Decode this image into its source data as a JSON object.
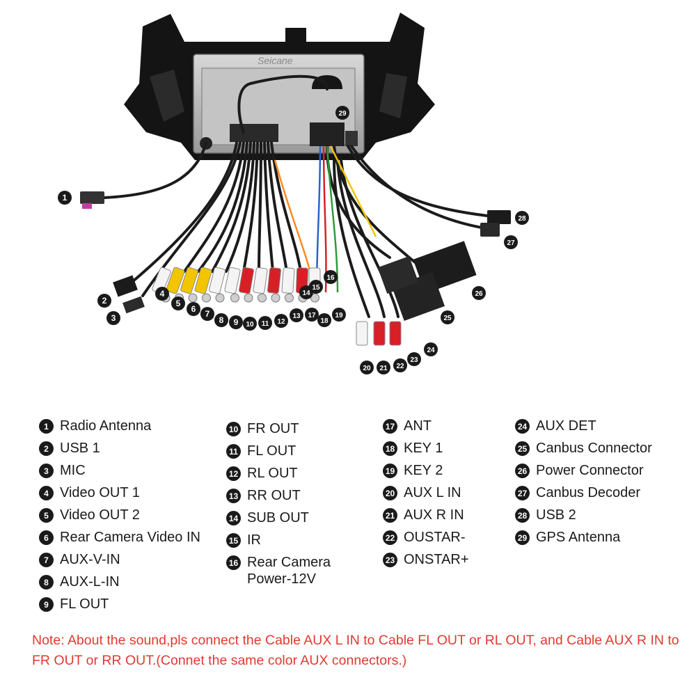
{
  "brand": "Seicane",
  "labels": [
    {
      "num": "1",
      "text": "Radio Antenna"
    },
    {
      "num": "2",
      "text": "USB 1"
    },
    {
      "num": "3",
      "text": "MIC"
    },
    {
      "num": "4",
      "text": "Video OUT 1"
    },
    {
      "num": "5",
      "text": "Video OUT 2"
    },
    {
      "num": "6",
      "text": "Rear Camera Video IN"
    },
    {
      "num": "7",
      "text": "AUX-V-IN"
    },
    {
      "num": "8",
      "text": "AUX-L-IN"
    },
    {
      "num": "9",
      "text": "FL OUT"
    },
    {
      "num": "10",
      "text": "FR OUT"
    },
    {
      "num": "11",
      "text": "FL OUT"
    },
    {
      "num": "12",
      "text": "RL OUT"
    },
    {
      "num": "13",
      "text": "RR OUT"
    },
    {
      "num": "14",
      "text": "SUB OUT"
    },
    {
      "num": "15",
      "text": "IR"
    },
    {
      "num": "16",
      "text": "Rear Camera Power-12V"
    },
    {
      "num": "17",
      "text": "ANT"
    },
    {
      "num": "18",
      "text": "KEY 1"
    },
    {
      "num": "19",
      "text": "KEY 2"
    },
    {
      "num": "20",
      "text": "AUX L IN"
    },
    {
      "num": "21",
      "text": "AUX R IN"
    },
    {
      "num": "22",
      "text": "OUSTAR-"
    },
    {
      "num": "23",
      "text": "ONSTAR+"
    },
    {
      "num": "24",
      "text": "AUX DET"
    },
    {
      "num": "25",
      "text": "Canbus Connector"
    },
    {
      "num": "26",
      "text": "Power Connector"
    },
    {
      "num": "27",
      "text": "Canbus Decoder"
    },
    {
      "num": "28",
      "text": "USB 2"
    },
    {
      "num": "29",
      "text": "GPS Antenna"
    }
  ],
  "callouts": [
    "1",
    "2",
    "3",
    "4",
    "5",
    "6",
    "7",
    "8",
    "9",
    "10",
    "11",
    "12",
    "13",
    "14",
    "15",
    "16",
    "17",
    "18",
    "19",
    "20",
    "21",
    "22",
    "23",
    "24",
    "25",
    "26",
    "27",
    "28",
    "29"
  ],
  "note": "Note: About the sound,pls connect the Cable AUX L IN to Cable FL OUT or RL OUT, and Cable AUX R IN to FR OUT or RR OUT.(Connet the same color AUX connectors.)",
  "colors": {
    "note": "#e03a2f",
    "badge": "#1a1a1a",
    "rca_yellow": "#f2c500",
    "rca_red": "#d81f26",
    "rca_white": "#f4f4f4",
    "rca_green": "#2e9b3c"
  }
}
